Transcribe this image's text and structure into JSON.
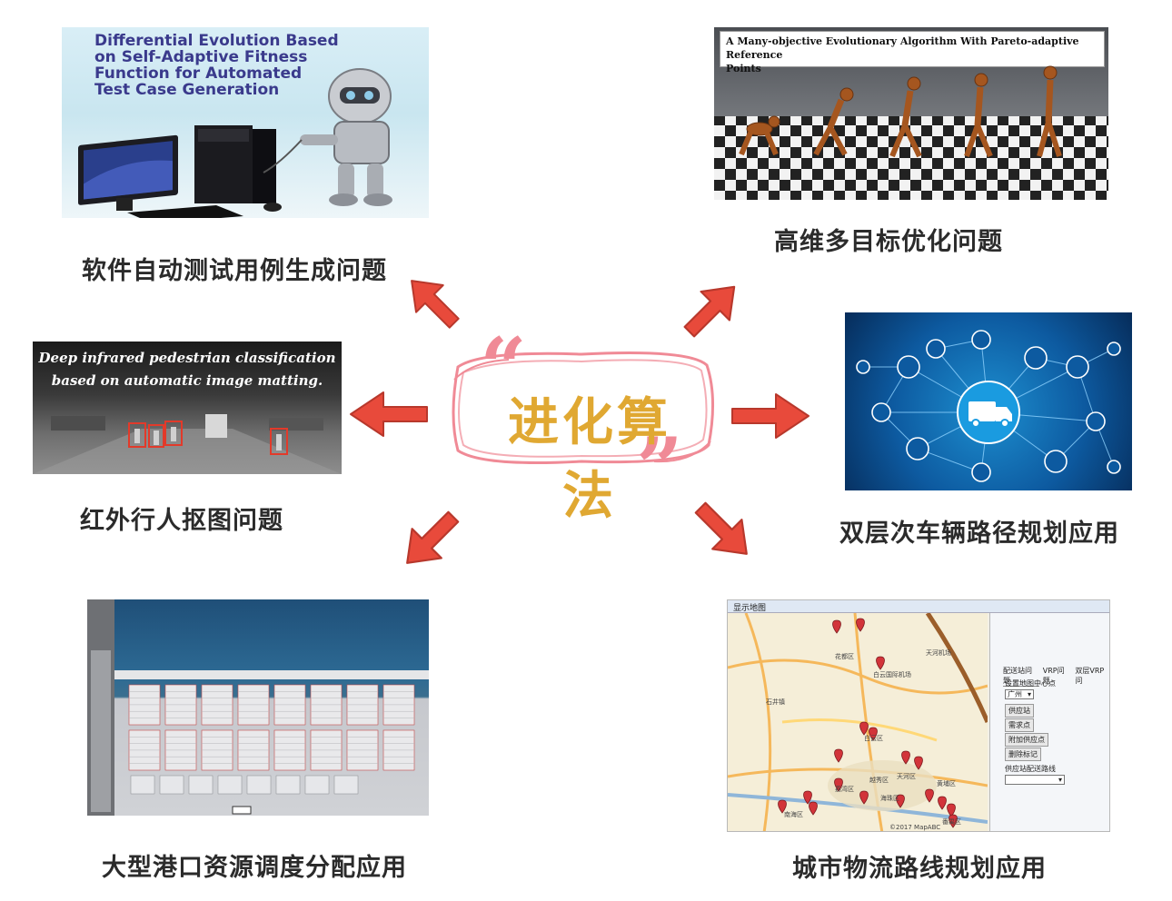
{
  "center": {
    "title": "进化算法",
    "quote_open": "“",
    "quote_close": "”"
  },
  "nodes": {
    "software_testing": {
      "caption": "软件自动测试用例生成问题",
      "paper_title_lines": [
        "Differential Evolution Based",
        "on Self-Adaptive Fitness",
        "Function for Automated",
        "Test Case Generation"
      ]
    },
    "many_objective": {
      "caption": "高维多目标优化问题",
      "paper_title_lines": [
        "A Many-objective Evolutionary Algorithm With Pareto-adaptive Reference",
        "Points"
      ]
    },
    "infrared": {
      "caption": "红外行人抠图问题",
      "paper_title_lines": [
        "Deep infrared pedestrian classification",
        "based on automatic image matting."
      ]
    },
    "vehicle_routing": {
      "caption": "双层次车辆路径规划应用"
    },
    "port": {
      "caption": "大型港口资源调度分配应用"
    },
    "logistics": {
      "caption": "城市物流路线规划应用",
      "map_tab": "显示地图",
      "side_tabs": [
        "配送站问题",
        "VRP问题",
        "双层VRP问"
      ],
      "side_label": "设置地图中心点",
      "side_select": "广州",
      "side_buttons": [
        "供应站",
        "需求点",
        "附加供应点",
        "删除标记"
      ],
      "side_label2": "供应站配送路线",
      "map_labels": [
        "花都区",
        "白云国际机场",
        "白云区",
        "天河区",
        "越秀区",
        "荔湾区",
        "海珠区",
        "番禺区",
        "黄埔区",
        "南海区",
        "天河机场",
        "石井镇"
      ],
      "copyright": "©2017 MapABC"
    }
  },
  "colors": {
    "arrow_fill": "#e84a3b",
    "arrow_stroke": "#b8382c",
    "frame": "#f08a96",
    "title": "#e0a832",
    "quote": "#f08a96"
  }
}
